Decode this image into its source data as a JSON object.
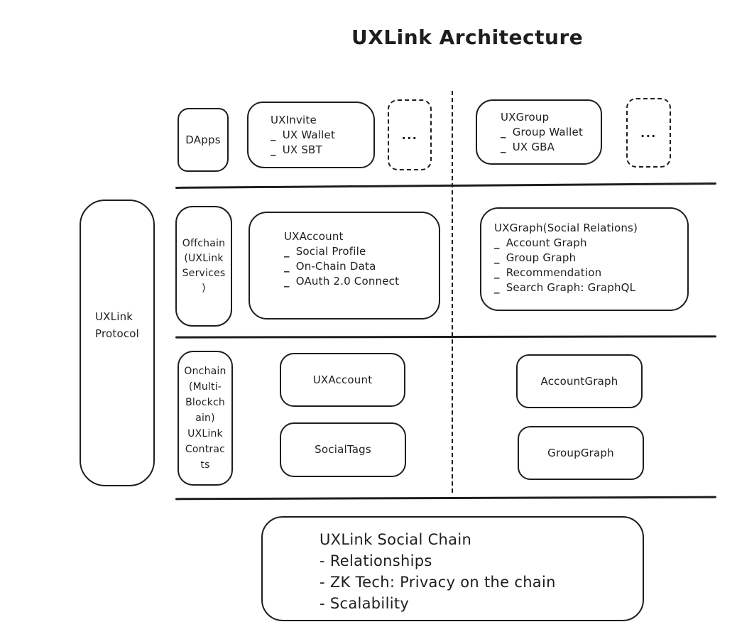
{
  "title": "UXLink Architecture",
  "bullet": "_",
  "ellipsis": "...",
  "colors": {
    "stroke": "#1e1e1e",
    "background": "#ffffff"
  },
  "dapps_layer": {
    "dapps_label": "DApps",
    "uxinvite": {
      "title": "UXInvite",
      "items": [
        "UX Wallet",
        "UX SBT"
      ]
    },
    "uxgroup": {
      "title": "UXGroup",
      "items": [
        "Group Wallet",
        "UX GBA"
      ]
    }
  },
  "protocol": {
    "lines": [
      "UXLink",
      "Protocol"
    ]
  },
  "offchain_layer": {
    "label_lines": [
      "Offchain",
      "(UXLink",
      "Services",
      ")"
    ],
    "uxaccount": {
      "title": "UXAccount",
      "items": [
        "Social Profile",
        "On-Chain Data",
        "OAuth 2.0 Connect"
      ]
    },
    "uxgraph": {
      "title": "UXGraph(Social Relations)",
      "items": [
        "Account Graph",
        "Group Graph",
        "Recommendation",
        "Search Graph: GraphQL"
      ]
    }
  },
  "onchain_layer": {
    "label_lines": [
      "Onchain",
      "(Multi-",
      "Blockch",
      "ain)",
      "UXLink",
      "Contrac",
      "ts"
    ],
    "uxaccount_label": "UXAccount",
    "socialtags_label": "SocialTags",
    "accountgraph_label": "AccountGraph",
    "groupgraph_label": "GroupGraph"
  },
  "social_chain": {
    "title": "UXLink Social Chain",
    "items": [
      "- Relationships",
      "- ZK Tech: Privacy on the chain",
      "- Scalability"
    ]
  }
}
